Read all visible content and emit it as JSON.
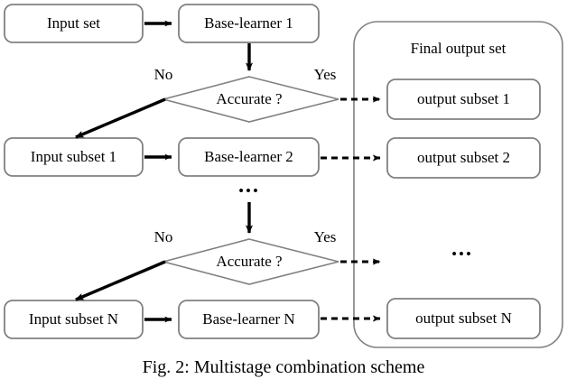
{
  "figure": {
    "caption": "Fig. 2: Multistage combination scheme",
    "stroke_box": "#808080",
    "stroke_arrow": "#000000",
    "background": "#ffffff"
  },
  "flow": {
    "boxes": [
      {
        "id": "input-set",
        "label": "Input set"
      },
      {
        "id": "base-learner-1",
        "label": "Base-learner 1"
      },
      {
        "id": "input-subset-1",
        "label": "Input subset 1"
      },
      {
        "id": "base-learner-2",
        "label": "Base-learner 2"
      },
      {
        "id": "input-subset-n",
        "label": "Input subset N"
      },
      {
        "id": "base-learner-n",
        "label": "Base-learner N"
      }
    ],
    "decisions": [
      {
        "id": "accurate-1",
        "label": "Accurate ?",
        "no_label": "No",
        "yes_label": "Yes"
      },
      {
        "id": "accurate-2",
        "label": "Accurate ?",
        "no_label": "No",
        "yes_label": "Yes"
      }
    ],
    "stage_ellipsis": "•••"
  },
  "output_panel": {
    "title": "Final output set",
    "boxes": [
      {
        "id": "output-subset-1",
        "label": "output subset 1"
      },
      {
        "id": "output-subset-2",
        "label": "output subset 2"
      },
      {
        "id": "output-subset-n",
        "label": "output subset N"
      }
    ],
    "ellipsis": "•••"
  }
}
